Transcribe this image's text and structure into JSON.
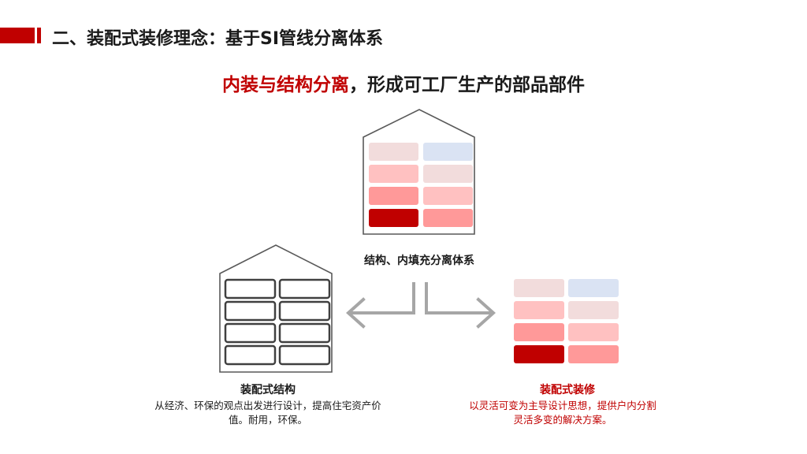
{
  "title": {
    "text": "二、装配式装修理念：基于SI管线分离体系",
    "accent_color": "#c00000"
  },
  "headline": {
    "red_part": "内装与结构分离",
    "black_part": "，形成可工厂生产的部品部件"
  },
  "top_house": {
    "caption": "结构、内填充分离体系"
  },
  "left_house": {
    "title": "装配式结构",
    "description": "从经济、环保的观点出发进行设计，提高住宅资产价值。耐用，环保。"
  },
  "right_panel": {
    "title": "装配式装修",
    "description": "以灵活可变为主导设计思想，提供户内分割灵活多变的解决方案。"
  },
  "colors": {
    "brand_red": "#c00000",
    "block_red": "#c00000",
    "block_pink_dark": "#ff9999",
    "block_pink_mid": "#ffc1c1",
    "block_pink_light": "#f2dcdc",
    "block_blue_light": "#dae3f3",
    "outline_dark": "#404040",
    "arrow_gray": "#a6a6a6"
  }
}
